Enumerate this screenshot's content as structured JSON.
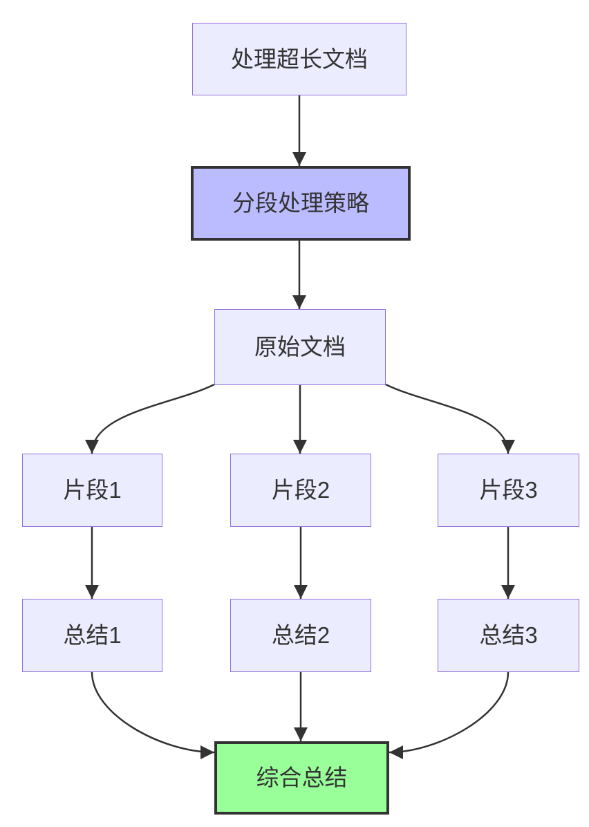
{
  "diagram": {
    "type": "flowchart",
    "direction": "top-down",
    "nodes": [
      {
        "id": "process-long-document",
        "label": "处理超长文档",
        "style": "default"
      },
      {
        "id": "segmentation-strategy",
        "label": "分段处理策略",
        "style": "emphasis"
      },
      {
        "id": "original-document",
        "label": "原始文档",
        "style": "default"
      },
      {
        "id": "fragment-1",
        "label": "片段1",
        "style": "default"
      },
      {
        "id": "fragment-2",
        "label": "片段2",
        "style": "default"
      },
      {
        "id": "fragment-3",
        "label": "片段3",
        "style": "default"
      },
      {
        "id": "summary-1",
        "label": "总结1",
        "style": "default"
      },
      {
        "id": "summary-2",
        "label": "总结2",
        "style": "default"
      },
      {
        "id": "summary-3",
        "label": "总结3",
        "style": "default"
      },
      {
        "id": "final-summary",
        "label": "综合总结",
        "style": "success"
      }
    ],
    "edges": [
      {
        "from": "process-long-document",
        "to": "segmentation-strategy"
      },
      {
        "from": "segmentation-strategy",
        "to": "original-document"
      },
      {
        "from": "original-document",
        "to": "fragment-1"
      },
      {
        "from": "original-document",
        "to": "fragment-2"
      },
      {
        "from": "original-document",
        "to": "fragment-3"
      },
      {
        "from": "fragment-1",
        "to": "summary-1"
      },
      {
        "from": "fragment-2",
        "to": "summary-2"
      },
      {
        "from": "fragment-3",
        "to": "summary-3"
      },
      {
        "from": "summary-1",
        "to": "final-summary"
      },
      {
        "from": "summary-2",
        "to": "final-summary"
      },
      {
        "from": "summary-3",
        "to": "final-summary"
      }
    ],
    "colors": {
      "background": "#FFFFFF",
      "node_fill": "#ECECFF",
      "node_border": "#9370DB",
      "emphasis_fill": "#BBBBFF",
      "emphasis_border": "#333333",
      "success_fill": "#99FF99",
      "success_border": "#333333",
      "edge": "#333333",
      "text": "#333333"
    }
  }
}
